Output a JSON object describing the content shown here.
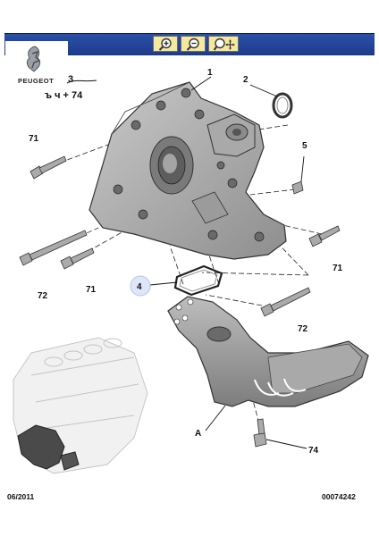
{
  "toolbar": {
    "buttons": [
      {
        "icon": "zoom-in-icon"
      },
      {
        "icon": "zoom-out-icon"
      },
      {
        "icon": "zoom-move-icon"
      }
    ]
  },
  "header": {
    "brand": "PEUGEOT",
    "correction_top": "3",
    "correction_bottom": "ъ ч + 74"
  },
  "callouts": {
    "c1": "1",
    "c2": "2",
    "c3": "3",
    "c4": "4",
    "c5": "5",
    "c71a": "71",
    "c71b": "71",
    "c71c": "71",
    "c72a": "72",
    "c72b": "72",
    "c74": "74",
    "cA": "A"
  },
  "footer": {
    "date": "06/2011",
    "ref": "00074242"
  }
}
